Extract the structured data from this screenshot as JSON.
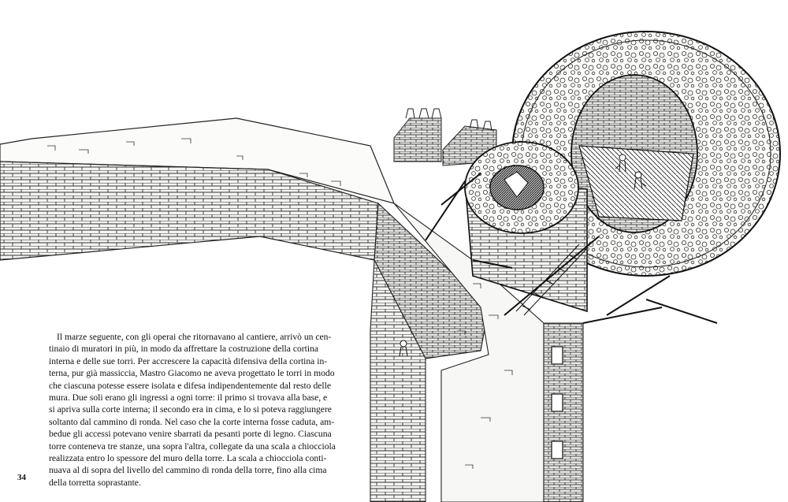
{
  "page": {
    "number": "34"
  },
  "illustration": {
    "kind": "pen-and-ink cutaway drawing of castle curtain wall and twin round towers"
  },
  "text": {
    "lines": [
      "Il marze seguente, con gli operai che ritornavano al cantiere, arrivò un cen-",
      "tinaio di muratori in più, in modo da affrettare la costruzione della cortina",
      "interna e delle sue torri. Per accrescere la capacità difensiva della cortina in-",
      "terna, pur già massiccia, Mastro Giacomo ne aveva progettato le torri in modo",
      "che ciascuna potesse essere isolata e difesa indipendentemente dal resto delle",
      "mura. Due soli erano gli ingressi a ogni torre: il primo si trovava alla base, e",
      "si apriva sulla corte interna; il secondo era in cima, e lo si poteva raggiungere",
      "soltanto dal cammino di ronda. Nel caso che la corte interna fosse caduta, am-",
      "bedue gli accessi potevano venire sbarrati da pesanti porte di legno. Ciascuna",
      "torre conteneva tre stanze, una sopra l'altra, collegate da una scala a chiocciola",
      "realizzata entro lo spessore del muro della torre. La scala a chiocciola conti-",
      "nuava al di sopra del livello del cammino di ronda della torre, fino alla cima",
      "della torretta soprastante."
    ]
  }
}
